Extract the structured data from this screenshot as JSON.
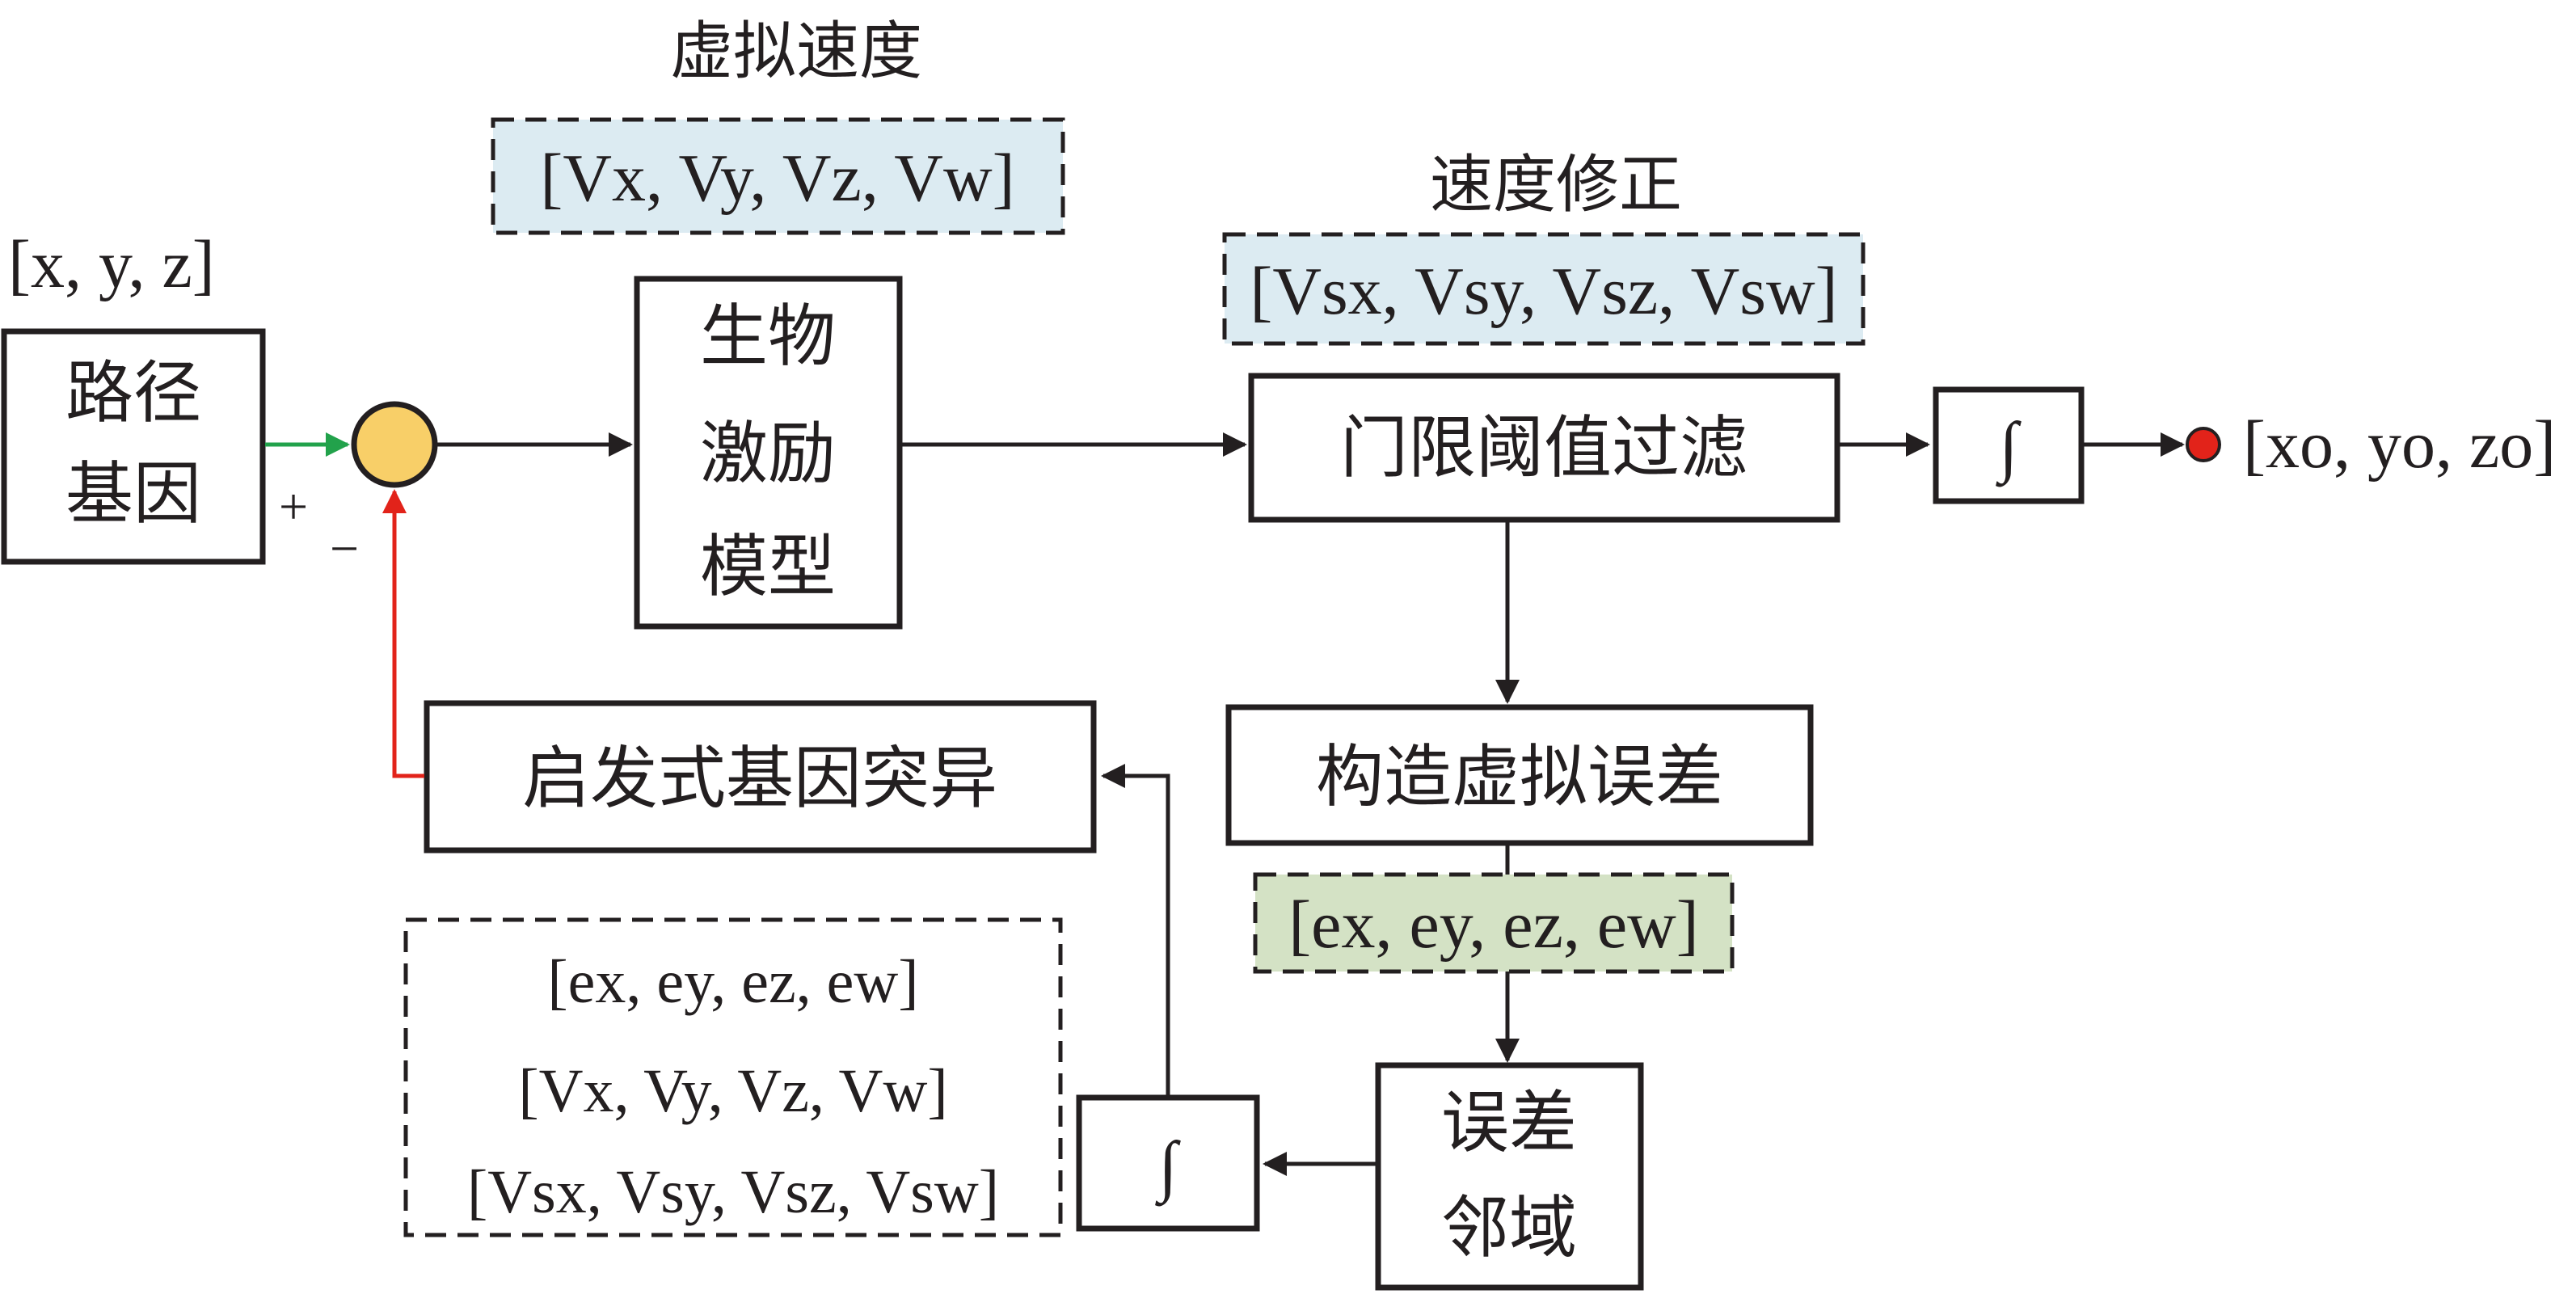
{
  "nodes": {
    "path_gene": {
      "line1": "路径",
      "line2": "基因"
    },
    "path_input_vector": "[x, y, z]",
    "sum_plus": "+",
    "sum_minus": "−",
    "bio_model": {
      "line1": "生物",
      "line2": "激励",
      "line3": "模型"
    },
    "virtual_speed_title": "虚拟速度",
    "virtual_speed_vector": "[Vx, Vy, Vz, Vw]",
    "speed_correction_title": "速度修正",
    "speed_correction_vector": "[Vsx, Vsy, Vsz, Vsw]",
    "threshold_filter": "门限阈值过滤",
    "integrator_symbol": "∫",
    "output_vector": "[xo, yo, zo]",
    "virtual_error": "构造虚拟误差",
    "error_vector": "[ex, ey, ez, ew]",
    "error_neighborhood": {
      "line1": "误差",
      "line2": "邻域"
    },
    "heuristic_mutation": "启发式基因突异",
    "state_list": [
      "[ex, ey, ez, ew]",
      "[Vx, Vy, Vz, Vw]",
      "[Vsx, Vsy, Vsz, Vsw]"
    ]
  },
  "colors": {
    "line": "#231f20",
    "sum_fill": "#f8cf68",
    "speed_box_fill": "#dcebf2",
    "error_box_fill": "#d4e2c5",
    "plus_arrow": "#22a24b",
    "feedback_arrow": "#e2231a",
    "output_dot": "#e2231a"
  }
}
